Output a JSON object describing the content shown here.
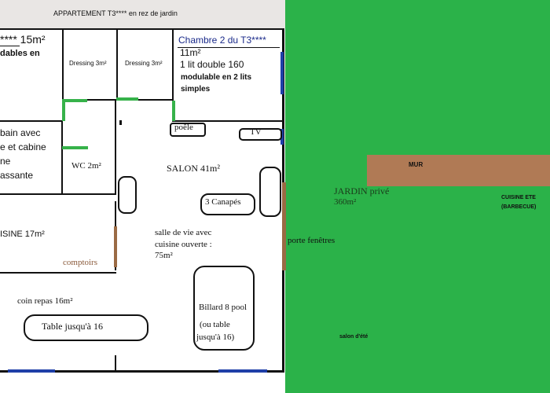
{
  "plan": {
    "title": "APPARTEMENT T3**** en rez de jardin",
    "chambre1": {
      "title": "**** 15m²",
      "line1": "dables en"
    },
    "dressing1": "Dressing 3m²",
    "dressing2": "Dressing 3m²",
    "chambre2": {
      "title": "Chambre 2 du T3****",
      "area": "11m²",
      "line1": "1 lit double 160",
      "line2": "modulable en 2 lits",
      "line3": "simples"
    },
    "bain": {
      "line1": "bain avec",
      "line2": "e et cabine",
      "line3": "ne",
      "line4": "assante"
    },
    "wc": "WC 2m²",
    "poele": "poêle",
    "tv": "TV",
    "salon": "SALON 41m²",
    "canapes": "3 Canapés",
    "cuisine": "ISINE 17m²",
    "comptoirs": "comptoirs",
    "vie": {
      "line1": "salle de vie avec",
      "line2": "cuisine ouverte :",
      "line3": "75m²"
    },
    "repas": "coin repas  16m²",
    "table": "Table jusqu'à 16",
    "billard": {
      "line1": "Billard 8 pool",
      "line2": "(ou table",
      "line3": "jusqu'à 16)"
    },
    "porte": "porte fenêtres"
  },
  "garden": {
    "mur": "MUR",
    "jardin": "JARDIN privé",
    "area": "360m²",
    "cuisine_ete": "CUISINE ETE",
    "barbecue": "(BARBECUE)",
    "salon_ete": "salon d'été"
  },
  "colors": {
    "garden": "#2bb249",
    "mur": "#b07a55",
    "door": "#36b24a"
  }
}
